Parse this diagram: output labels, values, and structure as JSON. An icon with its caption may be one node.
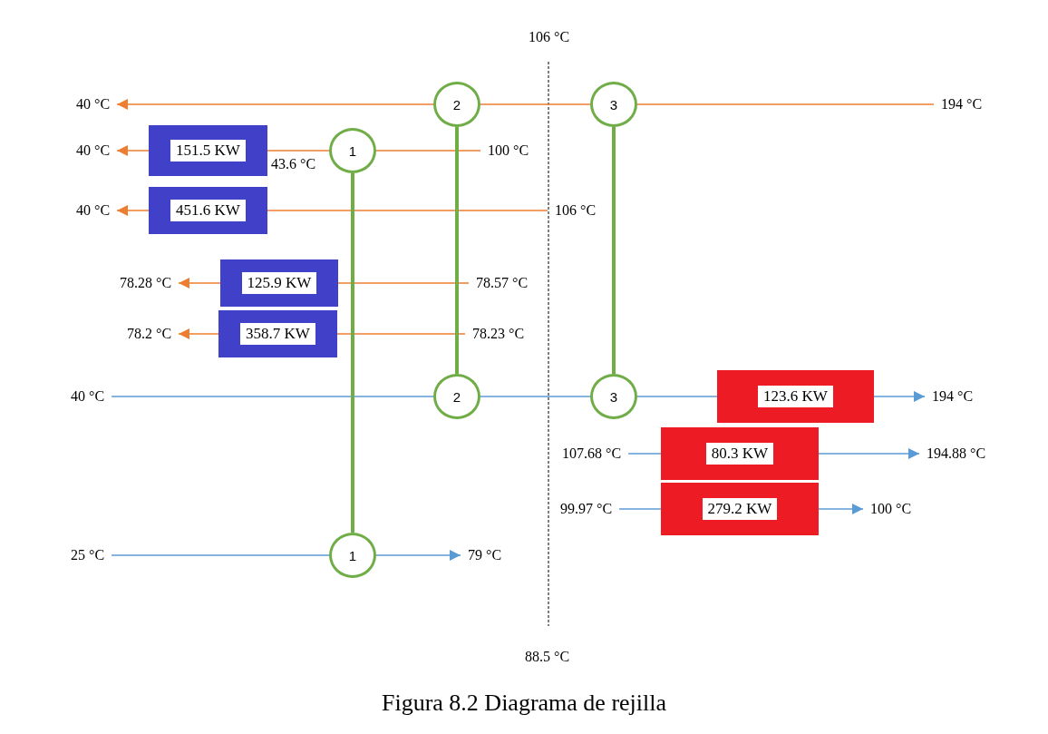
{
  "diagram": {
    "caption": "Figura 8.2 Diagrama de rejilla",
    "nodes": [
      {
        "text": [
          "194 °C"
        ]
      },
      {
        "text": [
          "3"
        ]
      },
      {
        "text": [
          "2"
        ]
      },
      {
        "text": [
          "40 °C"
        ]
      },
      {
        "text": [
          "100 °C"
        ]
      },
      {
        "text": [
          "1"
        ]
      },
      {
        "text": [
          "151.5 KW"
        ]
      },
      {
        "text": [
          "40 °C"
        ]
      },
      {
        "text": [
          "106 °C"
        ]
      },
      {
        "text": [
          "451.6 KW"
        ]
      },
      {
        "text": [
          "40 °C"
        ]
      },
      {
        "text": [
          "78.57 °C"
        ]
      },
      {
        "text": [
          "125.9 KW"
        ]
      },
      {
        "text": [
          "78.28 °C"
        ]
      },
      {
        "text": [
          "78.23 °C"
        ]
      },
      {
        "text": [
          "358.7 KW"
        ]
      },
      {
        "text": [
          "78.2 °C"
        ]
      },
      {
        "text": [
          "40 °C"
        ]
      },
      {
        "text": [
          "2"
        ]
      },
      {
        "text": [
          "3"
        ]
      },
      {
        "text": [
          "123.6 KW"
        ]
      },
      {
        "text": [
          "194 °C"
        ]
      },
      {
        "text": [
          "107.68 °C"
        ]
      },
      {
        "text": [
          "80.3 KW"
        ]
      },
      {
        "text": [
          "194.88 °C"
        ]
      },
      {
        "text": [
          "99.97 °C"
        ]
      },
      {
        "text": [
          "279.2 KW"
        ]
      },
      {
        "text": [
          "100 °C"
        ]
      },
      {
        "text": [
          "25 °C"
        ]
      },
      {
        "text": [
          "1"
        ]
      },
      {
        "text": [
          "79 °C"
        ]
      }
    ],
    "edges": [
      {
        "from": 0,
        "to": 1,
        "arrow": "none"
      },
      {
        "from": 1,
        "to": 2,
        "arrow": "none"
      },
      {
        "from": 2,
        "to": 3,
        "arrow": "to"
      },
      {
        "from": 4,
        "to": 5,
        "arrow": "none"
      },
      {
        "from": 5,
        "to": 6,
        "arrow": "none",
        "label": "43.6 °C"
      },
      {
        "from": 6,
        "to": 7,
        "arrow": "to"
      },
      {
        "from": 8,
        "to": 9,
        "arrow": "none"
      },
      {
        "from": 9,
        "to": 10,
        "arrow": "to"
      },
      {
        "from": 11,
        "to": 12,
        "arrow": "none"
      },
      {
        "from": 12,
        "to": 13,
        "arrow": "to"
      },
      {
        "from": 14,
        "to": 15,
        "arrow": "none"
      },
      {
        "from": 15,
        "to": 16,
        "arrow": "to"
      },
      {
        "from": 17,
        "to": 18,
        "arrow": "none",
        "color": "#5b9bd5"
      },
      {
        "from": 18,
        "to": 19,
        "arrow": "none",
        "color": "#5b9bd5"
      },
      {
        "from": 19,
        "to": 20,
        "arrow": "none",
        "color": "#5b9bd5"
      },
      {
        "from": 20,
        "to": 21,
        "arrow": "to",
        "color": "#5b9bd5"
      },
      {
        "from": 22,
        "to": 23,
        "arrow": "none",
        "color": "#5b9bd5"
      },
      {
        "from": 23,
        "to": 24,
        "arrow": "to",
        "color": "#5b9bd5"
      },
      {
        "from": 25,
        "to": 26,
        "arrow": "none",
        "color": "#5b9bd5"
      },
      {
        "from": 26,
        "to": 27,
        "arrow": "to",
        "color": "#5b9bd5"
      },
      {
        "from": 28,
        "to": 29,
        "arrow": "none",
        "color": "#5b9bd5"
      },
      {
        "from": 29,
        "to": 30,
        "arrow": "to",
        "color": "#5b9bd5"
      },
      {
        "from": 1,
        "to": 19,
        "arrow": "none",
        "style": "thick",
        "color": "#70ad47"
      },
      {
        "from": 2,
        "to": 18,
        "arrow": "none",
        "style": "thick",
        "color": "#70ad47"
      },
      {
        "from": 5,
        "to": 29,
        "arrow": "none",
        "style": "thick",
        "color": "#70ad47"
      }
    ],
    "labels": [
      "106 °C",
      "88.5 °C"
    ]
  }
}
